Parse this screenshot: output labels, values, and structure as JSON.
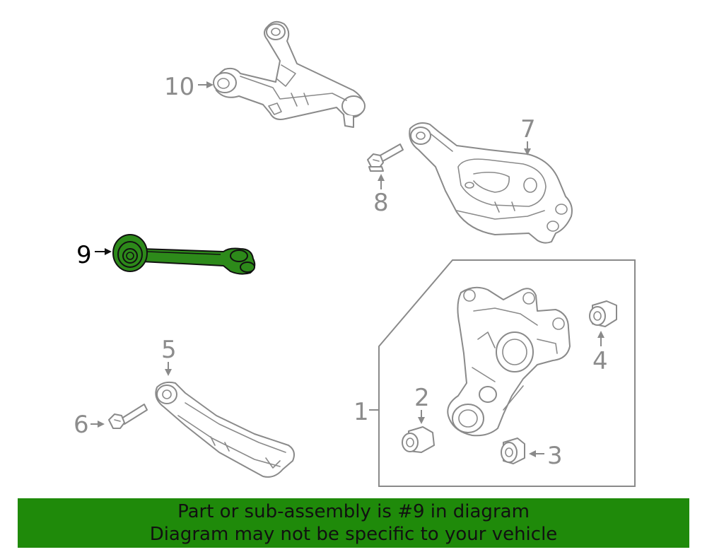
{
  "callouts": {
    "c1": "1",
    "c2": "2",
    "c3": "3",
    "c4": "4",
    "c5": "5",
    "c6": "6",
    "c7": "7",
    "c8": "8",
    "c9": "9",
    "c10": "10"
  },
  "highlighted_part": "9",
  "colors": {
    "highlight_fill": "#2d8a1a",
    "banner_background": "#1f8a0a",
    "line_gray": "#8a8a8a"
  },
  "banner": {
    "line1": "Part or sub-assembly is #9 in diagram",
    "line2": "Diagram may not be specific to your vehicle"
  }
}
